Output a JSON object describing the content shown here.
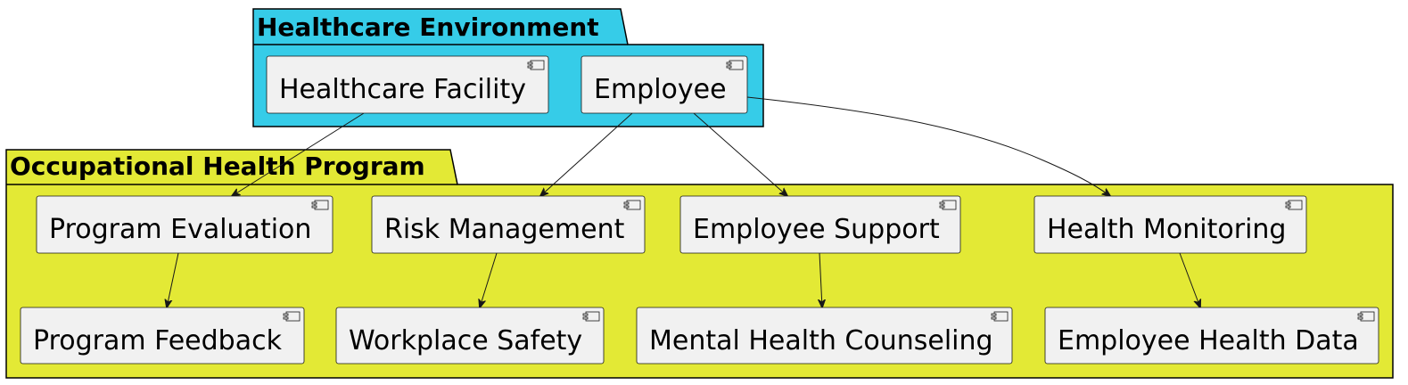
{
  "colors": {
    "healthcare_env_fill": "#36CCE8",
    "occupational_fill": "#E3E935",
    "component_fill": "#F1F1F1",
    "line": "#181818"
  },
  "packages": {
    "healthcare_environment": {
      "title": "Healthcare Environment",
      "components": {
        "healthcare_facility": "Healthcare Facility",
        "employee": "Employee"
      }
    },
    "occupational_health_program": {
      "title": "Occupational Health Program",
      "components": {
        "program_evaluation": "Program Evaluation",
        "risk_management": "Risk Management",
        "employee_support": "Employee Support",
        "health_monitoring": "Health Monitoring",
        "program_feedback": "Program Feedback",
        "workplace_safety": "Workplace Safety",
        "mental_health_counseling": "Mental Health Counseling",
        "employee_health_data": "Employee Health Data"
      }
    }
  },
  "relations": [
    {
      "from": "Healthcare Facility",
      "to": "Program Evaluation"
    },
    {
      "from": "Employee",
      "to": "Risk Management"
    },
    {
      "from": "Employee",
      "to": "Employee Support"
    },
    {
      "from": "Employee",
      "to": "Health Monitoring"
    },
    {
      "from": "Program Evaluation",
      "to": "Program Feedback"
    },
    {
      "from": "Risk Management",
      "to": "Workplace Safety"
    },
    {
      "from": "Employee Support",
      "to": "Mental Health Counseling"
    },
    {
      "from": "Health Monitoring",
      "to": "Employee Health Data"
    }
  ]
}
